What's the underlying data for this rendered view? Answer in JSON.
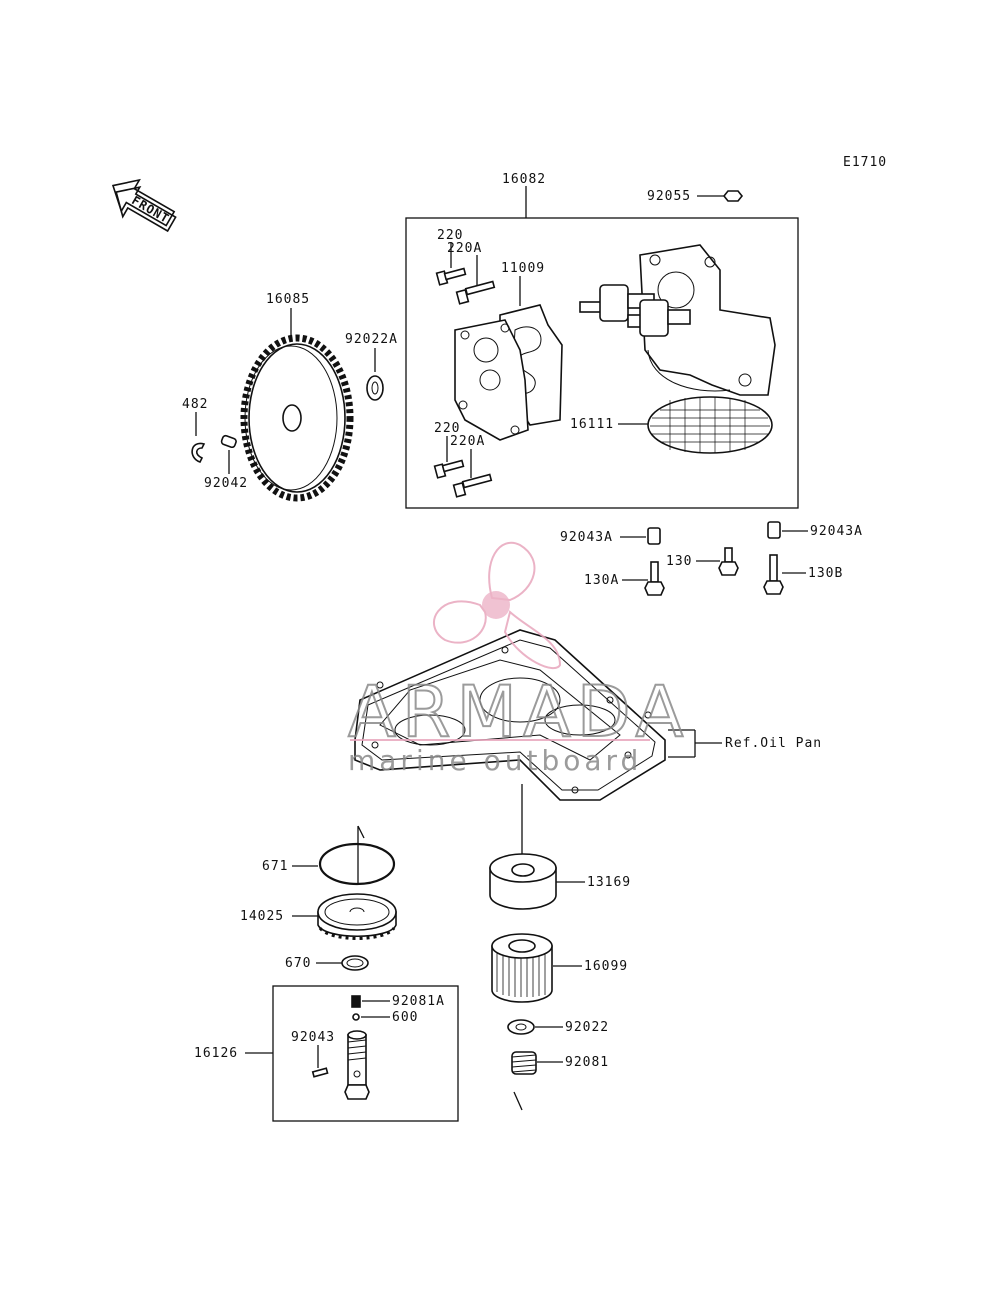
{
  "diagram_code": "E1710",
  "front_label": "FRONT",
  "watermark": {
    "brand": "ARMADA",
    "tagline": "marine outboard",
    "brand_color": "#e8a6bd",
    "text_color": "#8a8a8a"
  },
  "labels": {
    "l16082": "16082",
    "l92055": "92055",
    "l220_top": "220",
    "l220A_top": "220A",
    "l11009": "11009",
    "l16085": "16085",
    "l92022A": "92022A",
    "l482": "482",
    "l92042": "92042",
    "l16111": "16111",
    "l220_bot": "220",
    "l220A_bot": "220A",
    "l92043A_left": "92043A",
    "l92043A_right": "92043A",
    "l130": "130",
    "l130A": "130A",
    "l130B": "130B",
    "lRefOilPan": "Ref.Oil Pan",
    "l671": "671",
    "l14025": "14025",
    "l670": "670",
    "l13169": "13169",
    "l16099": "16099",
    "l92022": "92022",
    "l92081": "92081",
    "l16126": "16126",
    "l92081A": "92081A",
    "l600": "600",
    "l92043": "92043"
  }
}
